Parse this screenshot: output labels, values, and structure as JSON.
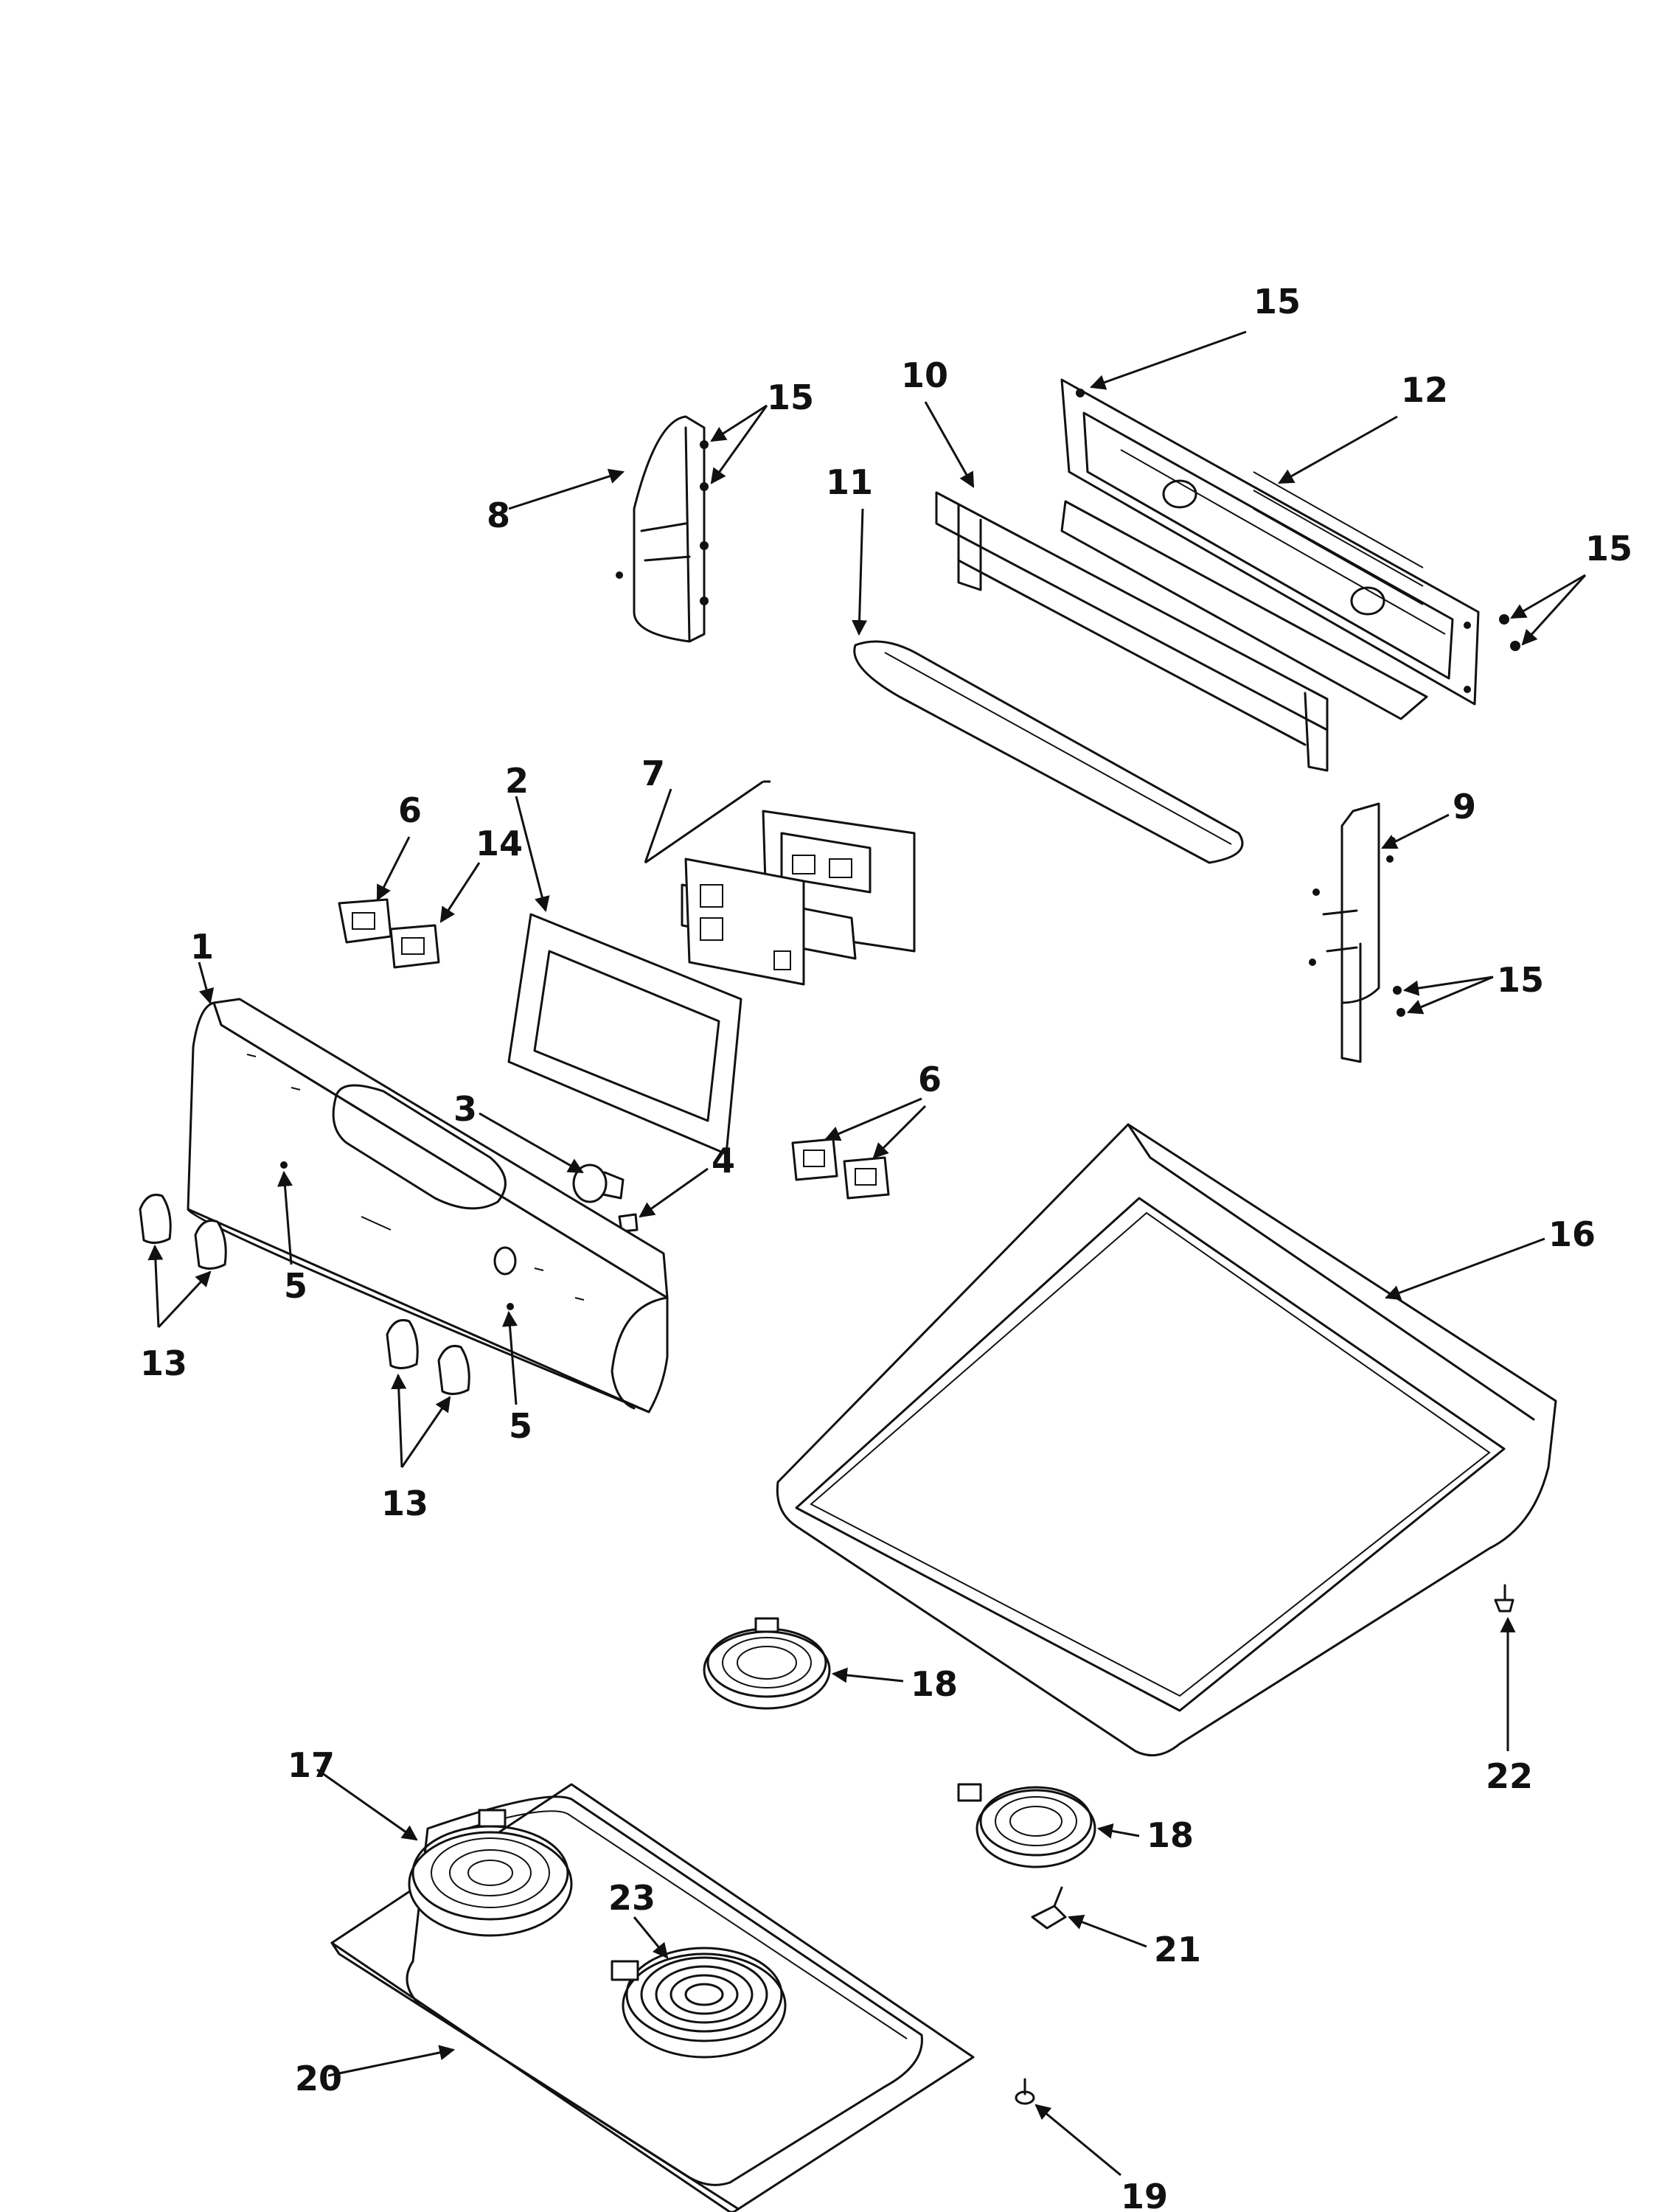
{
  "diagram": {
    "callouts": [
      {
        "id": "c1",
        "label": "1"
      },
      {
        "id": "c2",
        "label": "2"
      },
      {
        "id": "c3",
        "label": "3"
      },
      {
        "id": "c4",
        "label": "4"
      },
      {
        "id": "c5a",
        "label": "5"
      },
      {
        "id": "c5b",
        "label": "5"
      },
      {
        "id": "c6a",
        "label": "6"
      },
      {
        "id": "c6b",
        "label": "6"
      },
      {
        "id": "c7",
        "label": "7"
      },
      {
        "id": "c8",
        "label": "8"
      },
      {
        "id": "c9",
        "label": "9"
      },
      {
        "id": "c10",
        "label": "10"
      },
      {
        "id": "c11",
        "label": "11"
      },
      {
        "id": "c12",
        "label": "12"
      },
      {
        "id": "c13a",
        "label": "13"
      },
      {
        "id": "c13b",
        "label": "13"
      },
      {
        "id": "c14",
        "label": "14"
      },
      {
        "id": "c15a",
        "label": "15"
      },
      {
        "id": "c15b",
        "label": "15"
      },
      {
        "id": "c15c",
        "label": "15"
      },
      {
        "id": "c15d",
        "label": "15"
      },
      {
        "id": "c16",
        "label": "16"
      },
      {
        "id": "c17",
        "label": "17"
      },
      {
        "id": "c18a",
        "label": "18"
      },
      {
        "id": "c18b",
        "label": "18"
      },
      {
        "id": "c19",
        "label": "19"
      },
      {
        "id": "c20",
        "label": "20"
      },
      {
        "id": "c21",
        "label": "21"
      },
      {
        "id": "c22",
        "label": "22"
      },
      {
        "id": "c23",
        "label": "23"
      }
    ]
  }
}
